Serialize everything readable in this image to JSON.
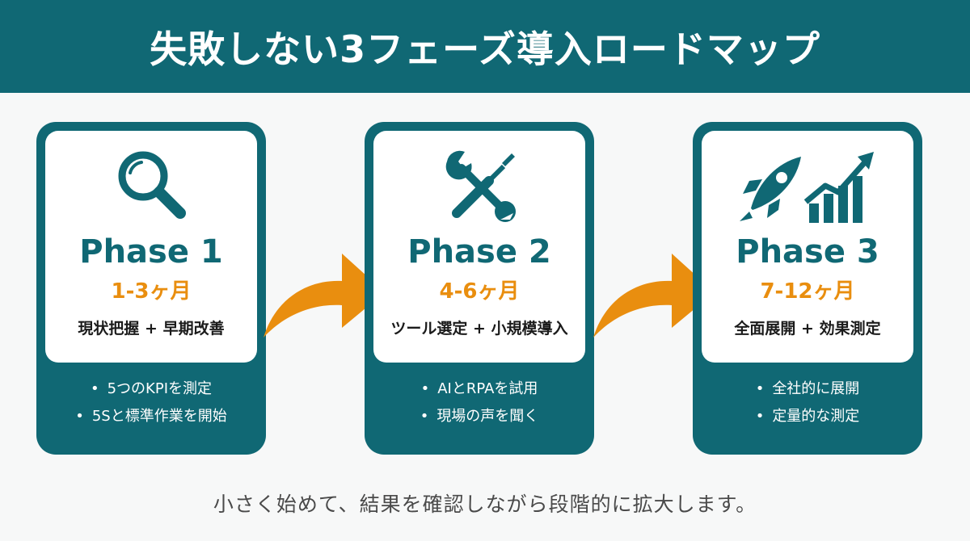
{
  "header": {
    "title": "失敗しない3フェーズ導入ロードマップ"
  },
  "colors": {
    "teal": "#106874",
    "orange": "#e98e0f"
  },
  "phases": [
    {
      "icon": "magnifier-icon",
      "title": "Phase 1",
      "period": "1-3ヶ月",
      "summary": "現状把握 + 早期改善",
      "bullets": [
        "5つのKPIを測定",
        "5Sと標準作業を開始"
      ]
    },
    {
      "icon": "wrench-screwdriver-icon",
      "title": "Phase 2",
      "period": "4-6ヶ月",
      "summary": "ツール選定 + 小規模導入",
      "bullets": [
        "AIとRPAを試用",
        "現場の声を聞く"
      ]
    },
    {
      "icon": "rocket-growth-chart-icon",
      "title": "Phase 3",
      "period": "7-12ヶ月",
      "summary": "全面展開 + 効果測定",
      "bullets": [
        "全社的に展開",
        "定量的な測定"
      ]
    }
  ],
  "footer": {
    "text": "小さく始めて、結果を確認しながら段階的に拡大します。"
  }
}
